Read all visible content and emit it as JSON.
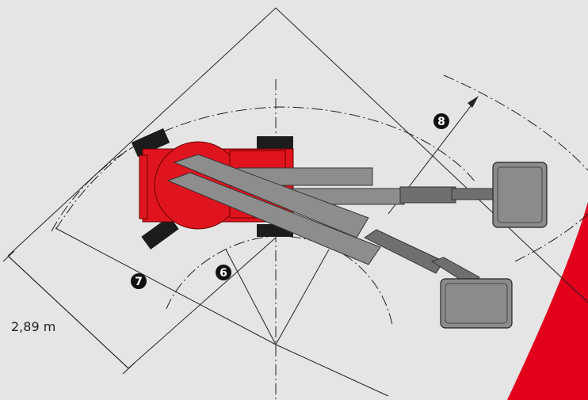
{
  "dimension": {
    "label": "2,89 m"
  },
  "markers": [
    {
      "id": "6",
      "text": "❻"
    },
    {
      "id": "7",
      "text": "❼"
    },
    {
      "id": "8",
      "text": "❽"
    }
  ],
  "colors": {
    "background": "#e5e5e5",
    "machine_red": "#e0141e",
    "accent_red": "#e3001b",
    "boom_gray": "#8d8d8d",
    "line_dark": "#222222"
  }
}
